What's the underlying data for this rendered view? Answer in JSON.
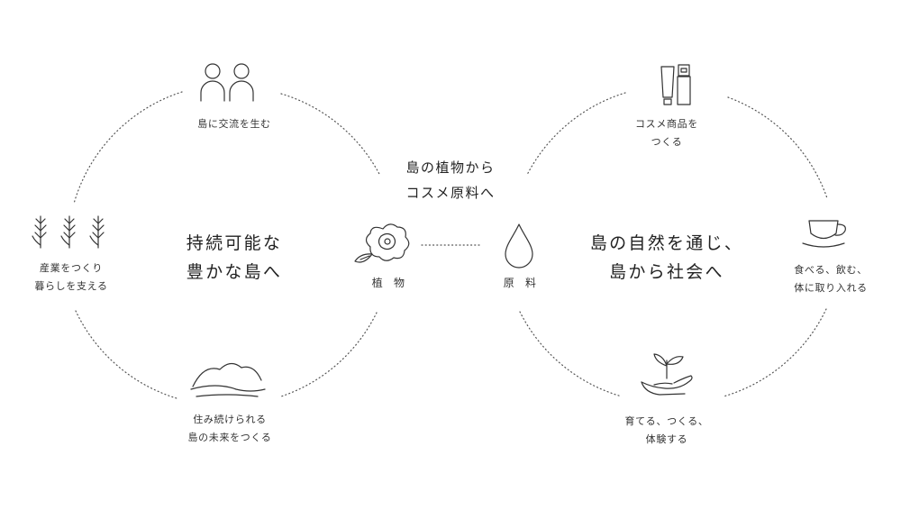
{
  "center": {
    "title": "島の植物から\nコスメ原料へ",
    "plant_label": "植 物",
    "material_label": "原 料"
  },
  "left_cycle": {
    "heading": "持続可能な\n豊かな島へ",
    "items": [
      {
        "label": "島に交流を生む",
        "icon": "people-icon"
      },
      {
        "label": "産業をつくり\n暮らしを支える",
        "icon": "rice-plant-icon"
      },
      {
        "label": "住み続けられる\n島の未来をつくる",
        "icon": "island-landscape-icon"
      }
    ]
  },
  "right_cycle": {
    "heading": "島の自然を通じ、\n島から社会へ",
    "items": [
      {
        "label": "コスメ商品を\nつくる",
        "icon": "cosmetic-bottles-icon"
      },
      {
        "label": "食べる、飲む、\n体に取り入れる",
        "icon": "teacup-icon"
      },
      {
        "label": "育てる、つくる、\n体験する",
        "icon": "sprout-hand-icon"
      }
    ]
  },
  "colors": {
    "line": "#555555",
    "text": "#222222",
    "background": "#ffffff"
  }
}
